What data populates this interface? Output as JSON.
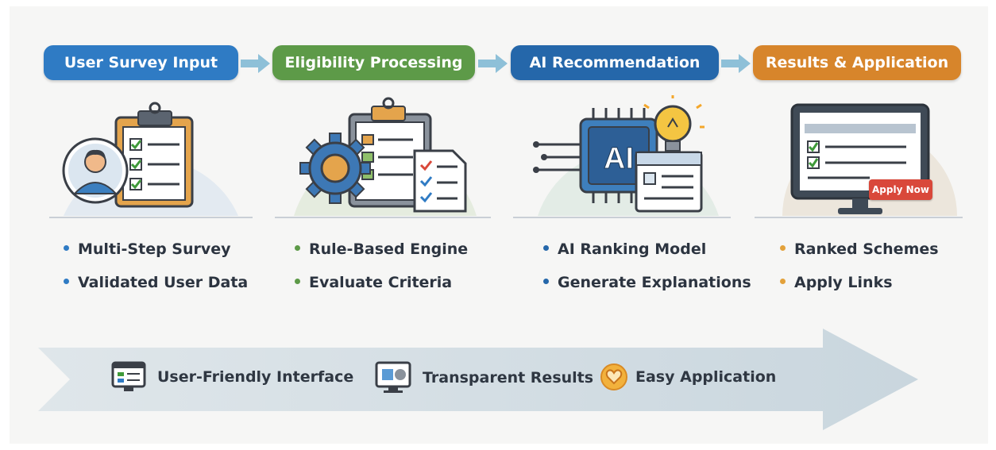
{
  "colors": {
    "stage1": "#2f7bc4",
    "stage2": "#5d9a48",
    "stage3": "#2567aa",
    "stage4": "#d7852b",
    "flow_arrow": "#8ec0d8",
    "big_arrow": "#d3dde3",
    "text": "#2c3440"
  },
  "stages": [
    {
      "title": "User Survey Input",
      "icon": "clipboard-checklist-user-icon",
      "bullets": [
        "Multi-Step Survey",
        "Validated User Data"
      ]
    },
    {
      "title": "Eligibility Processing",
      "icon": "gear-document-checklist-icon",
      "bullets": [
        "Rule-Based Engine",
        "Evaluate Criteria"
      ]
    },
    {
      "title": "AI Recommendation",
      "icon": "ai-chip-lightbulb-icon",
      "chip_label": "AI",
      "bullets": [
        "AI Ranking Model",
        "Generate Explanations"
      ]
    },
    {
      "title": "Results & Application",
      "icon": "monitor-results-icon",
      "button_label": "Apply Now",
      "bullets": [
        "Ranked Schemes",
        "Apply Links"
      ]
    }
  ],
  "features": [
    {
      "label": "User-Friendly Interface",
      "icon": "interface-window-icon"
    },
    {
      "label": "Transparent Results",
      "icon": "monitor-icon"
    },
    {
      "label": "Easy Application",
      "icon": "heart-badge-icon"
    }
  ]
}
